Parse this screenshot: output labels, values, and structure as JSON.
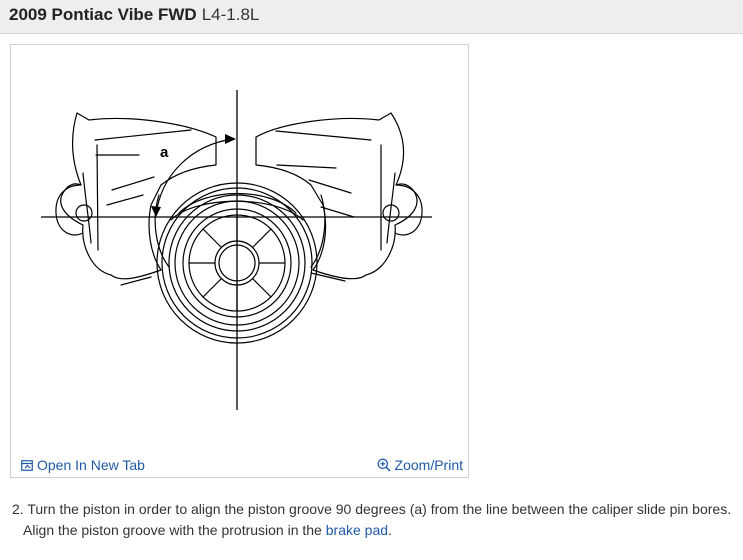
{
  "header": {
    "vehicle": "2009 Pontiac Vibe FWD",
    "engine": "L4-1.8L"
  },
  "figure": {
    "callout_label": "a",
    "open_in_new_tab_label": "Open In New Tab",
    "zoom_print_label": "Zoom/Print"
  },
  "step": {
    "line1": "2. Turn the piston in order to align the piston groove 90 degrees (a) from the line between the caliper slide pin bores.",
    "line2_prefix": "Align the piston groove with the protrusion in the ",
    "link_text": "brake pad",
    "line2_suffix": "."
  },
  "colors": {
    "link": "#1f5aa6",
    "header_bg": "#eeeeee",
    "border": "#cfcfcf"
  }
}
